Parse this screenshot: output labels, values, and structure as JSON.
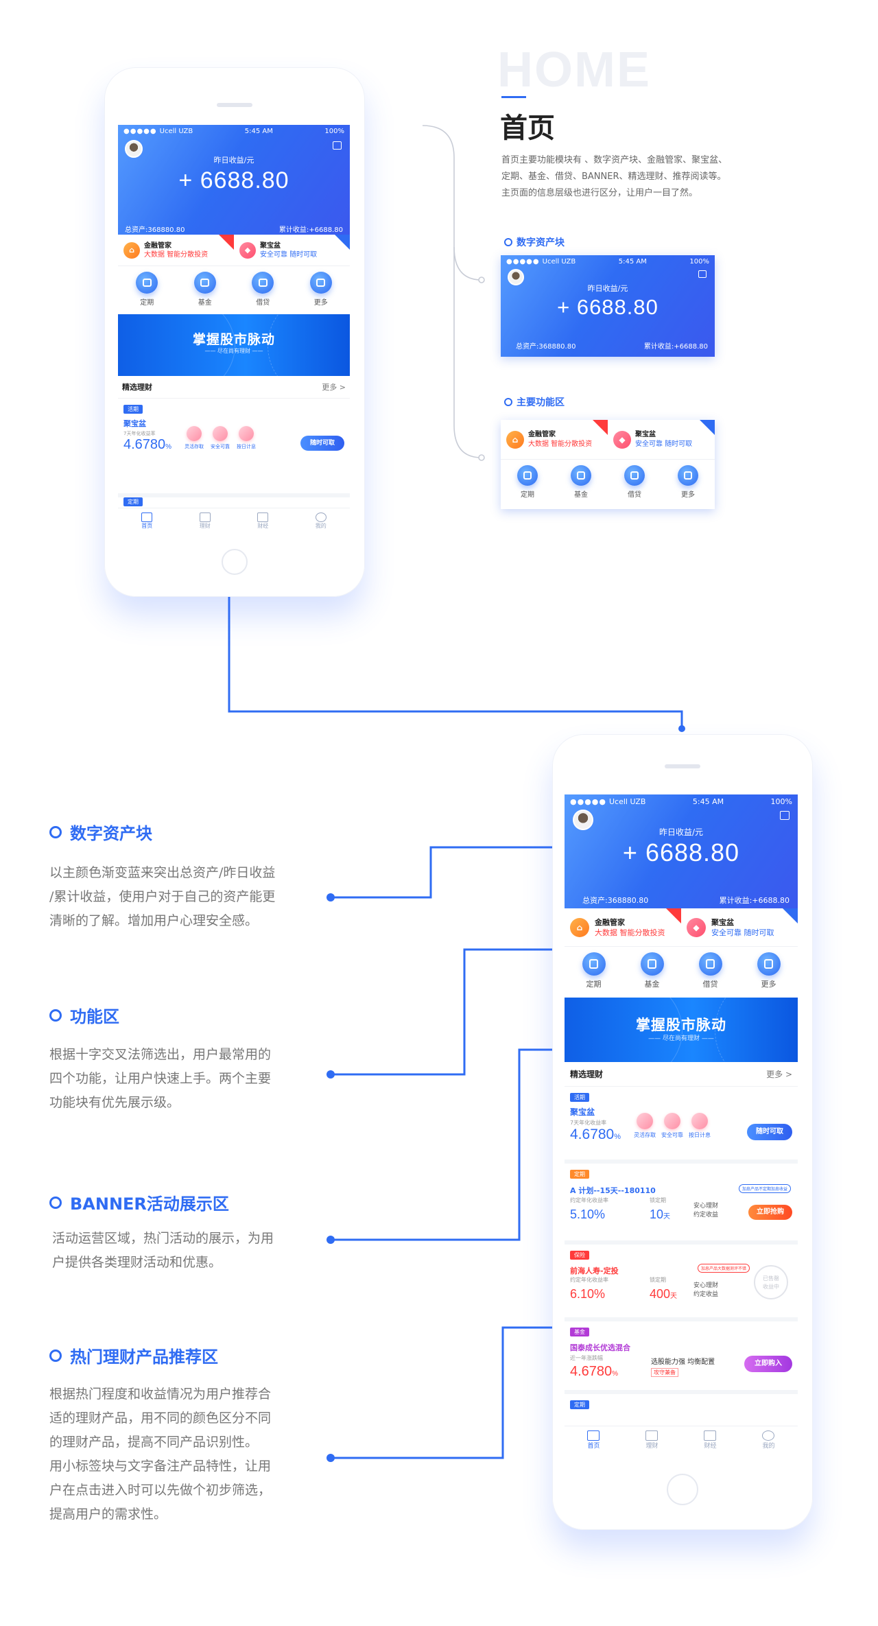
{
  "status": {
    "carrier": "Ucell UZB",
    "time": "5:45 AM",
    "battery": "100%",
    "signal": "●●●●●"
  },
  "hero": {
    "label": "昨日收益/元",
    "amount": "+ 6688.80",
    "total_assets": "总资产:368880.80",
    "cumulative": "累计收益:+6688.80"
  },
  "features": [
    {
      "title": "金融管家",
      "sub1": "大数据",
      "sub2": "智能分散投资"
    },
    {
      "title": "聚宝盆",
      "sub1": "安全可靠",
      "sub2": "随时可取"
    }
  ],
  "shortcuts": [
    "定期",
    "基金",
    "借贷",
    "更多"
  ],
  "banner": {
    "title": "掌握股市脉动",
    "subtitle": "—— 尽在尚有理财 ——"
  },
  "section": {
    "title": "精选理财",
    "more": "更多 >"
  },
  "product_huo": {
    "tag": "活期",
    "name": "聚宝盆",
    "rate_label": "7天年化收益率",
    "rate": "4.6780",
    "unit": "%",
    "features": [
      "灵活存取",
      "安全可靠",
      "按日计息"
    ],
    "button": "随时可取"
  },
  "product_ding": {
    "tag": "定期",
    "name": "A 计划--15天--180110",
    "note": "加息产品不定期加息收益",
    "rate_label": "约定年化收益率",
    "rate": "5.10%",
    "term_label": "锁定期",
    "term": "10",
    "term_unit": "天",
    "desc": "安心理财\n约定收益",
    "button": "立即抢购"
  },
  "product_bao": {
    "tag": "保险",
    "name": "前海人寿-定投",
    "note": "加息产品大数据测评不错",
    "rate_label": "约定年化收益率",
    "rate": "6.10%",
    "term_label": "锁定期",
    "term": "400",
    "term_unit": "天",
    "desc": "安心理财\n约定收益",
    "sold": "已售罄\n收益中"
  },
  "product_ji": {
    "tag": "基金",
    "name": "国泰成长优选混合",
    "rate_label": "近一年涨跌幅",
    "rate": "4.6780",
    "unit": "%",
    "desc": "选股能力强 均衡配置",
    "badge": "攻守兼备",
    "button": "立即购入"
  },
  "next_tag": "定期",
  "tabs": [
    "首页",
    "理财",
    "财经",
    "我的"
  ],
  "right": {
    "watermark": "HOME",
    "title": "首页",
    "desc1": "首页主要功能模块有 、数字资产块、金融管家、聚宝盆、",
    "desc2": "定期、基金、借贷、BANNER、精选理财、推荐阅读等。",
    "desc3": "主页面的信息层级也进行区分，让用户一目了然。",
    "label_assets": "数字资产块",
    "label_func": "主要功能区"
  },
  "callouts": [
    {
      "title": "数字资产块",
      "lines": [
        "以主颜色渐变蓝来突出总资产/昨日收益",
        "/累计收益，使用户对于自己的资产能更",
        "清晰的了解。增加用户心理安全感。"
      ]
    },
    {
      "title": "功能区",
      "lines": [
        "根据十字交叉法筛选出，用户最常用的",
        "四个功能，让用户快速上手。两个主要",
        "功能块有优先展示级。"
      ]
    },
    {
      "title": "BANNER活动展示区",
      "lines": [
        "活动运营区域，热门活动的展示，为用",
        "户提供各类理财活动和优惠。"
      ]
    },
    {
      "title": "热门理财产品推荐区",
      "lines": [
        "根据热门程度和收益情况为用户推荐合",
        "适的理财产品，用不同的颜色区分不同",
        "的理财产品，提高不同产品识别性。",
        "用小标签块与文字备注产品特性，让用",
        "户在点击进入时可以先做个初步筛选，",
        "提高用户的需求性。"
      ]
    }
  ],
  "colors": {
    "primary": "#2f6cf3",
    "orange": "#ff8a2b",
    "red": "#ff3b3b",
    "purple": "#b23bd6"
  }
}
